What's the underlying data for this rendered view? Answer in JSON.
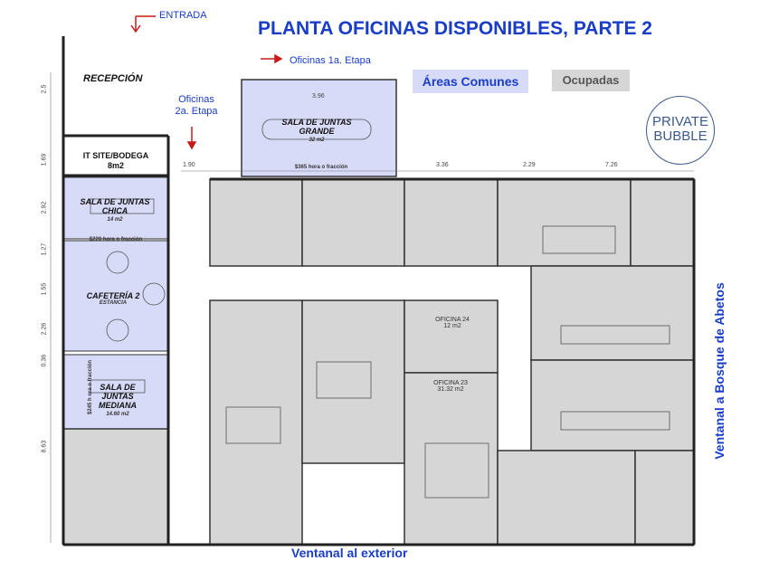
{
  "title": "PLANTA OFICINAS DISPONIBLES, PARTE 2",
  "labels": {
    "entrada": "ENTRADA",
    "oficinas_etapa1": "Oficinas 1a. Etapa",
    "oficinas_etapa2_line1": "Oficinas",
    "oficinas_etapa2_line2": "2a. Etapa",
    "ventanal_exterior": "Ventanal al exterior",
    "ventanal_abetos": "Ventanal a Bosque de Abetos"
  },
  "legend": {
    "areas_comunes": "Áreas Comunes",
    "ocupadas": "Ocupadas"
  },
  "logo": {
    "line1": "PRIVATE",
    "line2": "BUBBLE"
  },
  "rooms": {
    "recepcion": "RECEPCIÓN",
    "it_site_line1": "IT SITE/BODEGA",
    "it_site_line2": "8m2",
    "sala_grande_line1": "SALA DE JUNTAS",
    "sala_grande_line2": "GRANDE",
    "sala_grande_area": "32 m2",
    "sala_grande_price": "$365 hora o fracción",
    "sala_chica_line1": "SALA DE JUNTAS",
    "sala_chica_line2": "CHICA",
    "sala_chica_area": "14 m2",
    "sala_chica_price": "$220 hora o fracción",
    "cafeteria": "CAFETERÍA 2",
    "cafeteria_sub": "ESTANCIA",
    "sala_mediana_line1": "SALA DE JUNTAS",
    "sala_mediana_line2": "MEDIANA",
    "sala_mediana_area": "14.60 m2",
    "sala_mediana_price": "$245 h ora o fracción",
    "oficina24": "OFICINA 24",
    "oficina24_area": "12 m2",
    "oficina23": "OFICINA 23",
    "oficina23_area": "31.32 m2"
  },
  "dimensions": {
    "top": [
      "1.90",
      "3.36",
      "2.29",
      "7.26"
    ],
    "room": [
      "3.96"
    ],
    "left": [
      "2.5",
      "1.69",
      "2.92",
      "1.27",
      "1.55",
      "2.26",
      "0.36",
      "8.63"
    ]
  },
  "colors": {
    "accent_blue": "#1a3dc8",
    "common_area": "#d7dbf8",
    "occupied": "#d6d6d6",
    "wall": "#333333"
  }
}
